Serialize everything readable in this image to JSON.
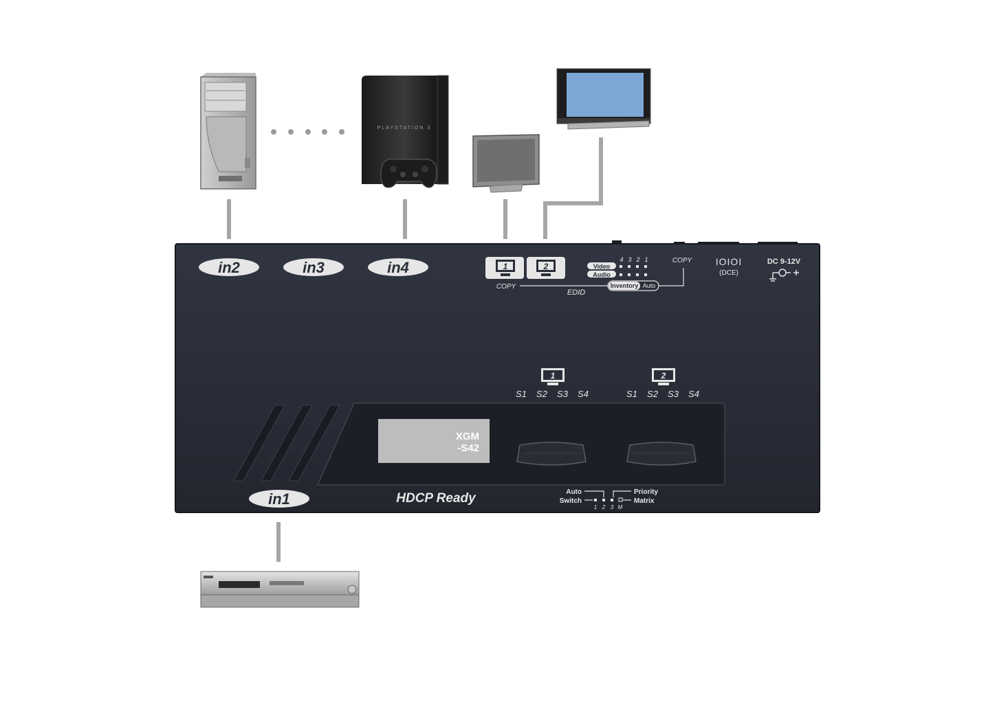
{
  "inputs": {
    "in1": "in1",
    "in2": "in2",
    "in3": "in3",
    "in4": "in4"
  },
  "outputs": {
    "out1": "1",
    "out2": "2",
    "copy_left": "COPY",
    "edid": "EDID",
    "copy_right": "COPY"
  },
  "edid_panel": {
    "numbers": [
      "4",
      "3",
      "2",
      "1"
    ],
    "video": "Video",
    "audio": "Audio",
    "inventory": "Inventory",
    "auto": "Auto"
  },
  "rear": {
    "serial_icon": "IOIOI",
    "serial_label": "(DCE)",
    "power_label": "DC 9-12V"
  },
  "front": {
    "display_line1": "XGM",
    "display_line2": "-S42",
    "out1_number": "1",
    "out2_number": "2",
    "out1_sources": [
      "S1",
      "S2",
      "S3",
      "S4"
    ],
    "out2_sources": [
      "S1",
      "S2",
      "S3",
      "S4"
    ],
    "hdcp": "HDCP Ready",
    "auto": "Auto",
    "switch": "Switch",
    "priority": "Priority",
    "matrix": "Matrix",
    "dip_numbers": [
      "1",
      "2",
      "3",
      "M"
    ]
  },
  "devices": {
    "ps3_label": "PLAYSTATION 3"
  },
  "colors": {
    "device_body": "#2a2e38",
    "connector_line": "#a6a6a6",
    "tv_screen": "#7ca7d4",
    "lcd_screen": "#bdbdbd"
  }
}
